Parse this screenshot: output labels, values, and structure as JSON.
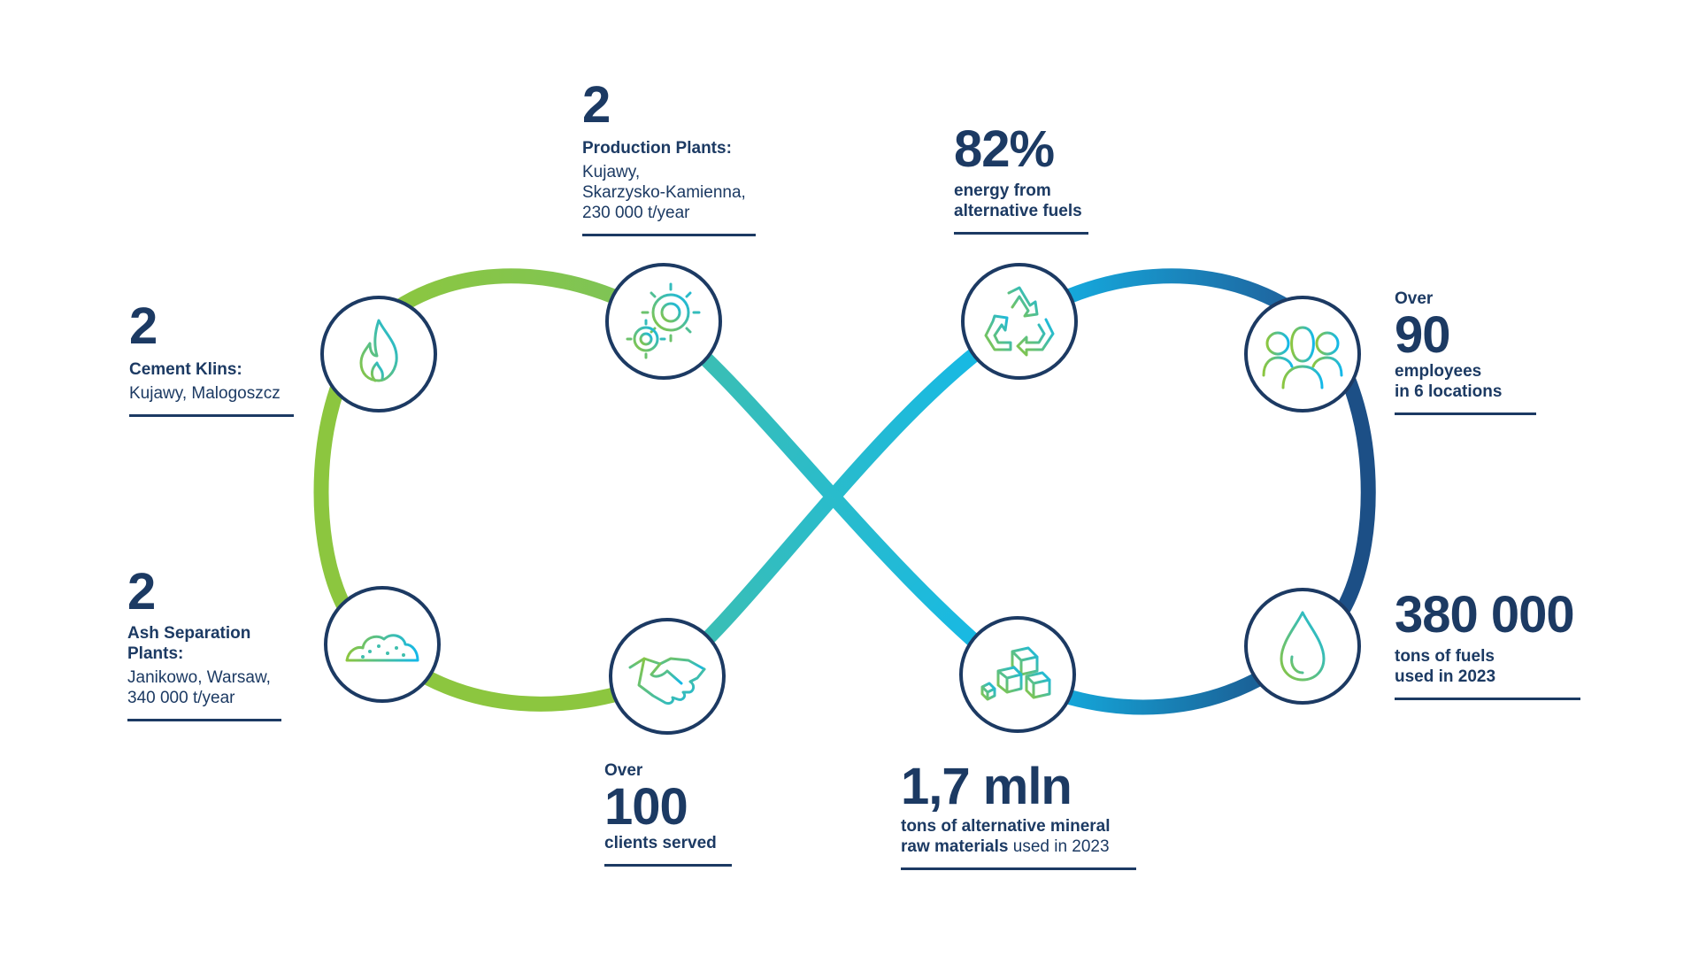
{
  "colors": {
    "navy": "#1c3a63",
    "green": "#8cc63f",
    "teal": "#3fbfae",
    "cyan": "#13b8ea",
    "blue": "#1f7fb8"
  },
  "nodes": [
    {
      "id": "cement",
      "icon": "flame-icon"
    },
    {
      "id": "ash",
      "icon": "ash-pile-icon"
    },
    {
      "id": "production",
      "icon": "gears-icon"
    },
    {
      "id": "clients",
      "icon": "handshake-icon"
    },
    {
      "id": "energy",
      "icon": "recycle-icon"
    },
    {
      "id": "minerals",
      "icon": "raw-materials-icon"
    },
    {
      "id": "employees",
      "icon": "people-icon"
    },
    {
      "id": "fuels",
      "icon": "drop-icon"
    }
  ],
  "stats": {
    "cement": {
      "number": "2",
      "title": "Cement Klins:",
      "detail": "Kujawy, Malogoszcz"
    },
    "ash": {
      "number": "2",
      "title_line1": "Ash Separation",
      "title_line2": "Plants:",
      "detail_line1": "Janikowo, Warsaw,",
      "detail_line2": "340 000 t/year"
    },
    "production": {
      "number": "2",
      "title": "Production Plants:",
      "detail_line1": "Kujawy,",
      "detail_line2": "Skarzysko-Kamienna,",
      "detail_line3": "230 000 t/year"
    },
    "clients": {
      "prefix": "Over",
      "number": "100",
      "label": "clients served"
    },
    "energy": {
      "number": "82%",
      "label_line1": "energy from",
      "label_line2": "alternative fuels"
    },
    "minerals": {
      "number": "1,7 mln",
      "label_line1": "tons of alternative mineral",
      "label_line2_bold": "raw materials",
      "label_line2_rest": " used in 2023"
    },
    "employees": {
      "prefix": "Over",
      "number": "90",
      "label_line1": "employees",
      "label_line2": "in 6 locations"
    },
    "fuels": {
      "number": "380 000",
      "label_line1": "tons of fuels",
      "label_line2": "used in 2023"
    }
  }
}
